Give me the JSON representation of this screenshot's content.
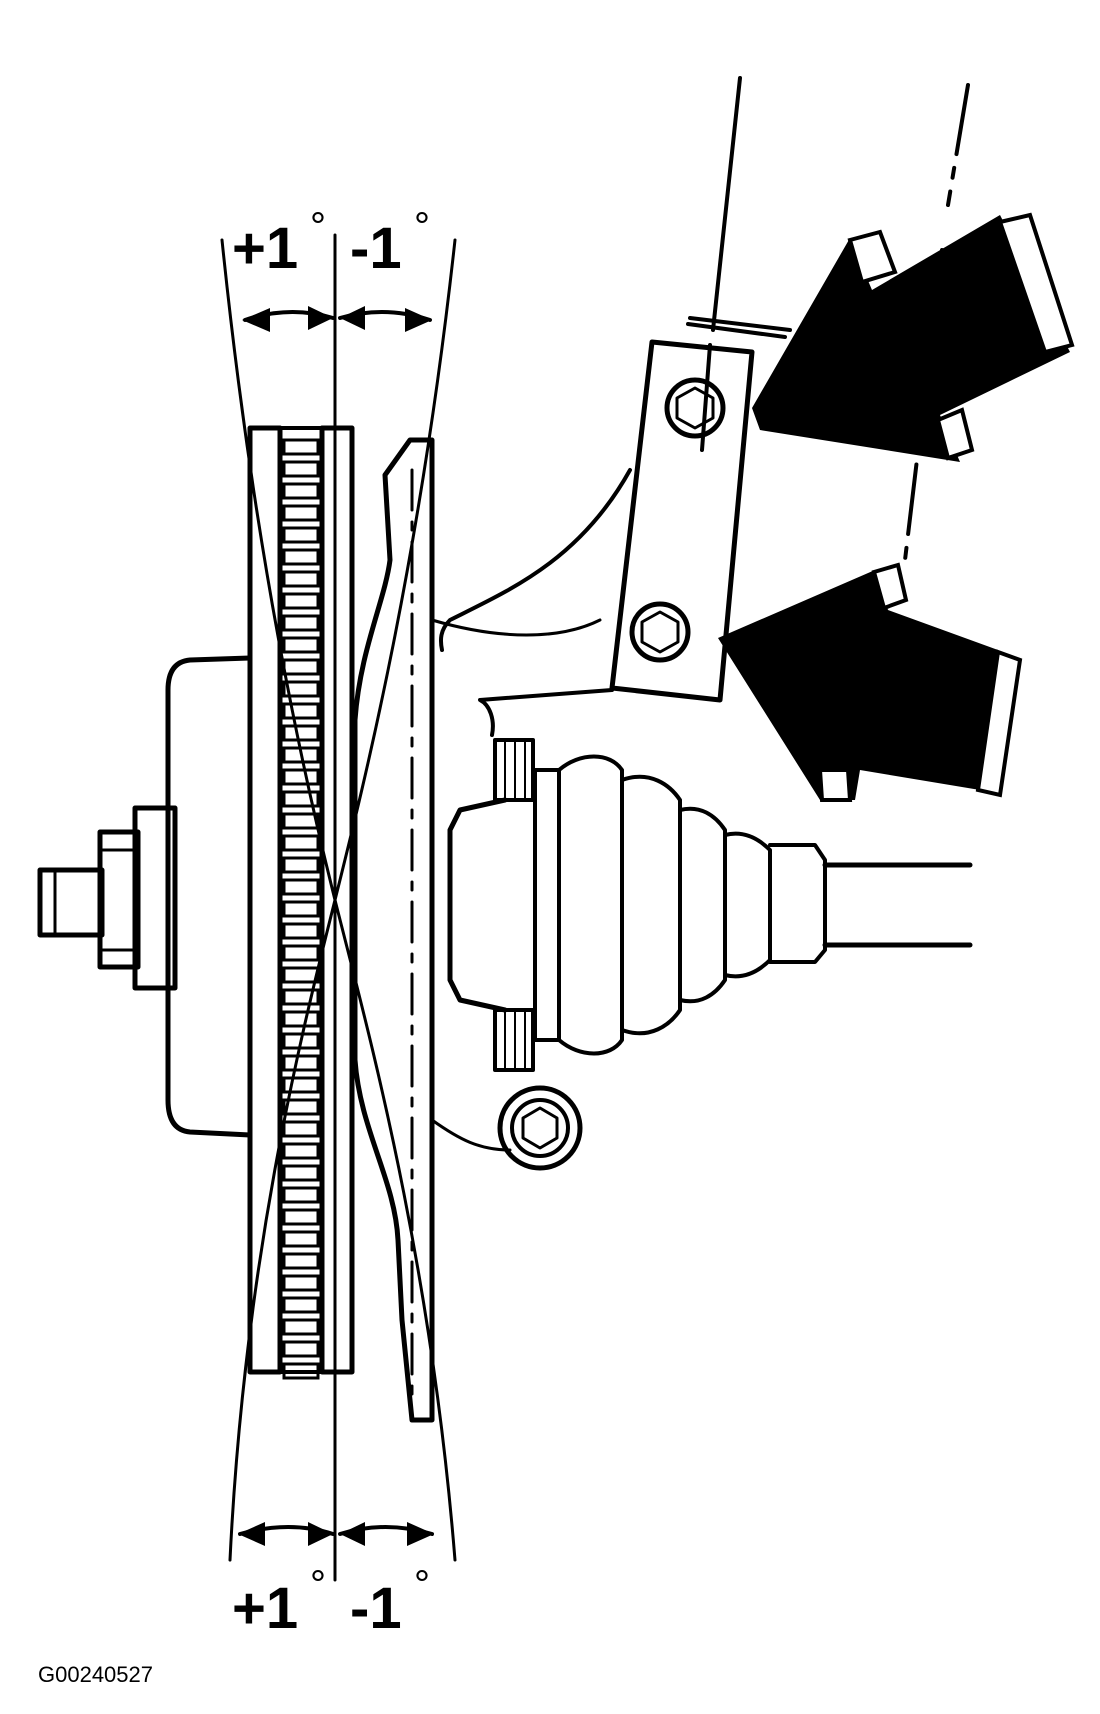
{
  "labels": {
    "top_positive": "+1",
    "top_negative": "-1",
    "bottom_positive": "+1",
    "bottom_negative": "-1",
    "degree_symbol": "°"
  },
  "figure_id": "G00240527",
  "colors": {
    "ink": "#000000",
    "paper": "#ffffff"
  },
  "icons": {
    "arrows": "arrow-icon",
    "bolts": "hex-bolt-icon"
  }
}
